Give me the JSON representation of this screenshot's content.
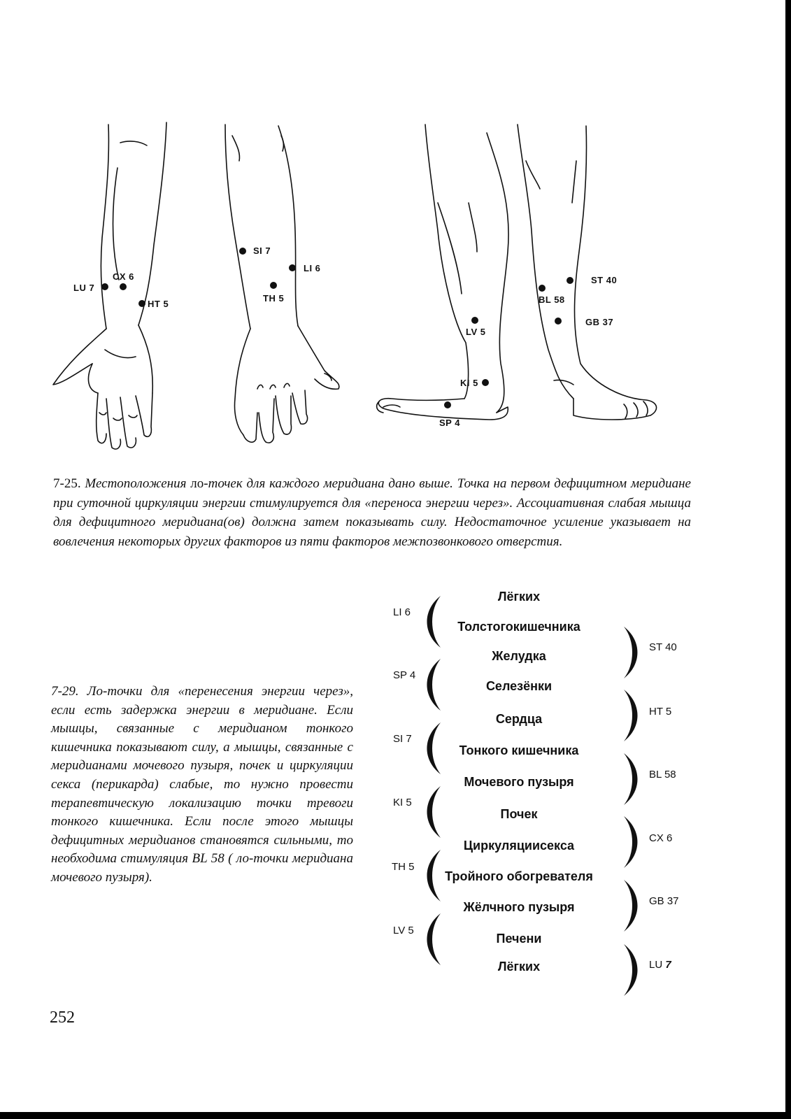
{
  "figure": {
    "hand_points": [
      "LU 7",
      "CX 6",
      "HT 5"
    ],
    "forearm_back_points": [
      "SI 7",
      "LI 6",
      "TH 5"
    ],
    "leg_points": [
      "ST 40",
      "BL 58",
      "GB 37",
      "LV 5",
      "KI 5",
      "SP 4"
    ]
  },
  "caption": {
    "number": "7-25.",
    "text": " Местоположения ",
    "word_lo": "ло-",
    "word_tochek": "точек",
    "text_rest": " для каждого меридиана дано выше. Точка на первом дефицитном меридиане при суточной циркуляции энергии стимулируется для «переноса энергии через». Ассоциативная слабая мышца для дефицитного меридиана(ов) должна затем показывать силу. Недостаточное усиление указывает на вовлечения некоторых других факторов из пяти факторов межпозвонкового отверстия."
  },
  "caption2": {
    "text": "7-29. Ло-точки для «перенесения энергии через», если есть задержка энергии в меридиане. Если мышцы, связанные с меридианом тонкого кишечника показывают силу, а мышцы, связанные с меридианами мочевого пузыря, почек и циркуляции секса (перикарда) слабые, то нужно провести терапевтическую локализацию точки тревоги тонкого кишечника. Если после этого мышцы дефицитных меридианов становятся сильными, то необходима стимуляция BL 58 ( ло-точки меридиана мочевого пузыря)."
  },
  "meridians": [
    "Лёгких",
    "Толстогокишечника",
    "Желудка",
    "Селезёнки",
    "Сердца",
    "Тонкого кишечника",
    "Мочевого пузыря",
    "Почек",
    "Циркуляциисекса",
    "Тройного обогревателя",
    "Жёлчного пузыря",
    "Печени",
    "Лёгких"
  ],
  "left_points": [
    "LI 6",
    "SP 4",
    "SI 7",
    "KI 5",
    "TH 5",
    "LV 5"
  ],
  "right_points": [
    "ST 40",
    "HT 5",
    "BL 58",
    "CX 6",
    "GB 37",
    "LU "
  ],
  "right_last_suffix": "7",
  "page_number": "252"
}
